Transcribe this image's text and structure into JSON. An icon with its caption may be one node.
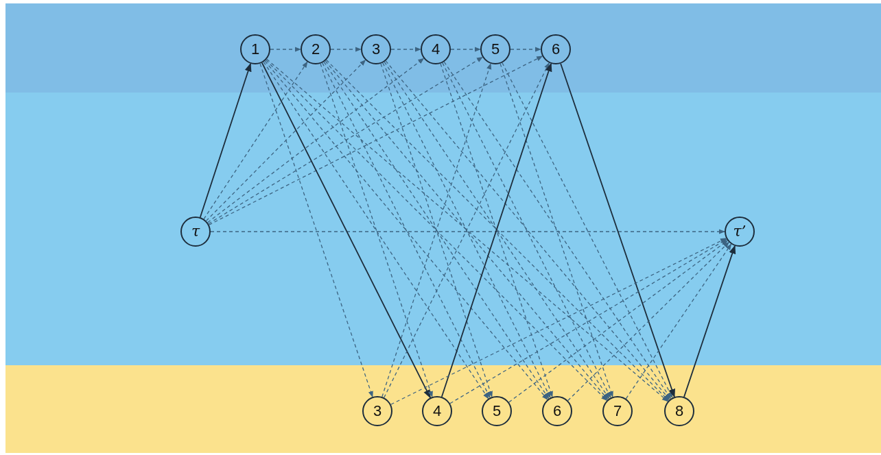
{
  "diagram": {
    "nodes": [
      {
        "text": [
          "1"
        ]
      },
      {
        "text": [
          "2"
        ]
      },
      {
        "text": [
          "3"
        ]
      },
      {
        "text": [
          "4"
        ]
      },
      {
        "text": [
          "5"
        ]
      },
      {
        "text": [
          "6"
        ]
      },
      {
        "text": [
          "τ"
        ]
      },
      {
        "text": [
          "τ’"
        ]
      },
      {
        "text": [
          "3"
        ]
      },
      {
        "text": [
          "4"
        ]
      },
      {
        "text": [
          "5"
        ]
      },
      {
        "text": [
          "6"
        ]
      },
      {
        "text": [
          "7"
        ]
      },
      {
        "text": [
          "8"
        ]
      }
    ],
    "edges": [
      {
        "from": 6,
        "to": 0,
        "arrow": "to"
      },
      {
        "from": 6,
        "to": 1,
        "arrow": "to",
        "style": "dashed"
      },
      {
        "from": 6,
        "to": 2,
        "arrow": "to",
        "style": "dashed"
      },
      {
        "from": 6,
        "to": 3,
        "arrow": "to",
        "style": "dashed"
      },
      {
        "from": 6,
        "to": 4,
        "arrow": "to",
        "style": "dashed"
      },
      {
        "from": 6,
        "to": 5,
        "arrow": "to",
        "style": "dashed"
      },
      {
        "from": 6,
        "to": 7,
        "arrow": "to",
        "style": "dashed"
      },
      {
        "from": 0,
        "to": 1,
        "arrow": "to",
        "style": "dashed"
      },
      {
        "from": 1,
        "to": 2,
        "arrow": "to",
        "style": "dashed"
      },
      {
        "from": 2,
        "to": 3,
        "arrow": "to",
        "style": "dashed"
      },
      {
        "from": 3,
        "to": 4,
        "arrow": "to",
        "style": "dashed"
      },
      {
        "from": 4,
        "to": 5,
        "arrow": "to",
        "style": "dashed"
      },
      {
        "from": 0,
        "to": 8,
        "arrow": "to",
        "style": "dashed"
      },
      {
        "from": 0,
        "to": 9,
        "arrow": "to"
      },
      {
        "from": 0,
        "to": 10,
        "arrow": "to",
        "style": "dashed"
      },
      {
        "from": 0,
        "to": 11,
        "arrow": "to",
        "style": "dashed"
      },
      {
        "from": 0,
        "to": 12,
        "arrow": "to",
        "style": "dashed"
      },
      {
        "from": 0,
        "to": 13,
        "arrow": "to",
        "style": "dashed"
      },
      {
        "from": 1,
        "to": 9,
        "arrow": "to",
        "style": "dashed"
      },
      {
        "from": 1,
        "to": 10,
        "arrow": "to",
        "style": "dashed"
      },
      {
        "from": 1,
        "to": 11,
        "arrow": "to",
        "style": "dashed"
      },
      {
        "from": 1,
        "to": 12,
        "arrow": "to",
        "style": "dashed"
      },
      {
        "from": 1,
        "to": 13,
        "arrow": "to",
        "style": "dashed"
      },
      {
        "from": 2,
        "to": 10,
        "arrow": "to",
        "style": "dashed"
      },
      {
        "from": 2,
        "to": 11,
        "arrow": "to",
        "style": "dashed"
      },
      {
        "from": 2,
        "to": 12,
        "arrow": "to",
        "style": "dashed"
      },
      {
        "from": 2,
        "to": 13,
        "arrow": "to",
        "style": "dashed"
      },
      {
        "from": 3,
        "to": 11,
        "arrow": "to",
        "style": "dashed"
      },
      {
        "from": 3,
        "to": 12,
        "arrow": "to",
        "style": "dashed"
      },
      {
        "from": 3,
        "to": 13,
        "arrow": "to",
        "style": "dashed"
      },
      {
        "from": 4,
        "to": 12,
        "arrow": "to",
        "style": "dashed"
      },
      {
        "from": 4,
        "to": 13,
        "arrow": "to",
        "style": "dashed"
      },
      {
        "from": 5,
        "to": 13,
        "arrow": "to"
      },
      {
        "from": 8,
        "to": 4,
        "arrow": "to",
        "style": "dashed"
      },
      {
        "from": 8,
        "to": 5,
        "arrow": "to",
        "style": "dashed"
      },
      {
        "from": 9,
        "to": 5,
        "arrow": "to"
      },
      {
        "from": 8,
        "to": 7,
        "arrow": "to",
        "style": "dashed"
      },
      {
        "from": 9,
        "to": 7,
        "arrow": "to",
        "style": "dashed"
      },
      {
        "from": 10,
        "to": 7,
        "arrow": "to",
        "style": "dashed"
      },
      {
        "from": 11,
        "to": 7,
        "arrow": "to",
        "style": "dashed"
      },
      {
        "from": 12,
        "to": 7,
        "arrow": "to",
        "style": "dashed"
      },
      {
        "from": 13,
        "to": 7,
        "arrow": "to"
      }
    ]
  }
}
